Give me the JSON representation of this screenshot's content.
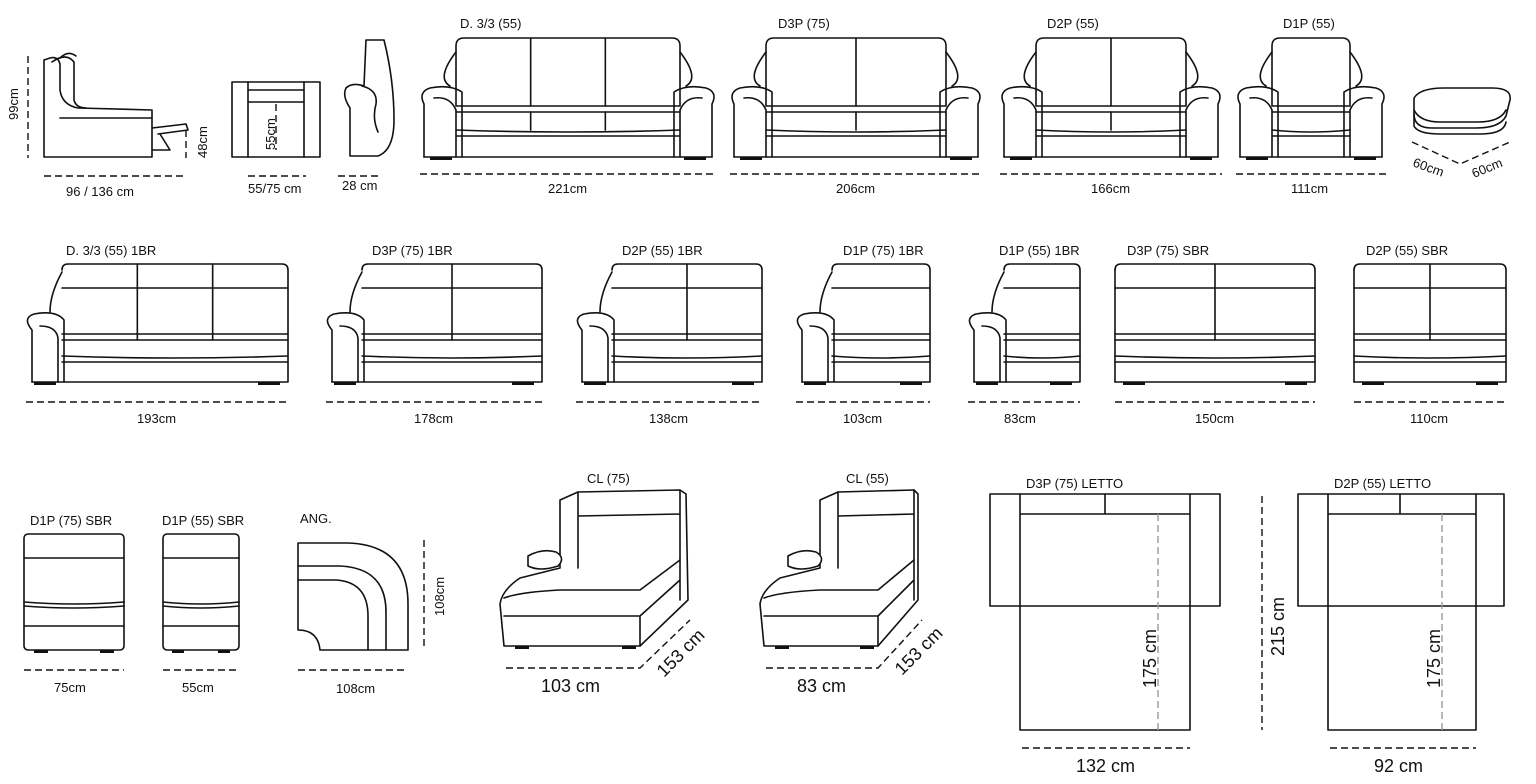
{
  "row1": [
    {
      "key": "recliner_side",
      "dims": {
        "height": "99cm",
        "width": "96 / 136 cm",
        "footrest": "48cm"
      }
    },
    {
      "key": "seat_front",
      "dims": {
        "width": "55/75 cm",
        "height": "55cm"
      }
    },
    {
      "key": "arm_side",
      "dims": {
        "width": "28 cm"
      }
    },
    {
      "key": "d33_55",
      "name": "D. 3/3 (55)",
      "width": "221cm"
    },
    {
      "key": "d3p_75",
      "name": "D3P (75)",
      "width": "206cm"
    },
    {
      "key": "d2p_55",
      "name": "D2P (55)",
      "width": "166cm"
    },
    {
      "key": "d1p_55",
      "name": "D1P (55)",
      "width": "111cm"
    },
    {
      "key": "pouf",
      "dims": {
        "a": "60cm",
        "b": "60cm"
      }
    }
  ],
  "row2": [
    {
      "key": "d33_55_1br",
      "name": "D. 3/3 (55) 1BR",
      "width": "193cm"
    },
    {
      "key": "d3p_75_1br",
      "name": "D3P (75) 1BR",
      "width": "178cm"
    },
    {
      "key": "d2p_55_1br",
      "name": "D2P (55) 1BR",
      "width": "138cm"
    },
    {
      "key": "d1p_75_1br",
      "name": "D1P (75) 1BR",
      "width": "103cm"
    },
    {
      "key": "d1p_55_1br",
      "name": "D1P (55) 1BR",
      "width": "83cm"
    },
    {
      "key": "d3p_75_sbr",
      "name": "D3P (75) SBR",
      "width": "150cm"
    },
    {
      "key": "d2p_55_sbr",
      "name": "D2P (55) SBR",
      "width": "110cm"
    }
  ],
  "row3": [
    {
      "key": "d1p_75_sbr",
      "name": "D1P (75) SBR",
      "width": "75cm"
    },
    {
      "key": "d1p_55_sbr",
      "name": "D1P (55) SBR",
      "width": "55cm"
    },
    {
      "key": "ang",
      "name": "ANG.",
      "width": "108cm",
      "depth": "108cm"
    },
    {
      "key": "cl_75",
      "name": "CL (75)",
      "width": "103 cm",
      "depth": "153 cm"
    },
    {
      "key": "cl_55",
      "name": "CL (55)",
      "width": "83 cm",
      "depth": "153 cm"
    },
    {
      "key": "d3p_75_letto",
      "name": "D3P (75) LETTO",
      "width": "132 cm",
      "bed_length": "175 cm",
      "total_length": "215 cm"
    },
    {
      "key": "d2p_55_letto",
      "name": "D2P (55) LETTO",
      "width": "92 cm",
      "bed_length": "175 cm"
    }
  ]
}
